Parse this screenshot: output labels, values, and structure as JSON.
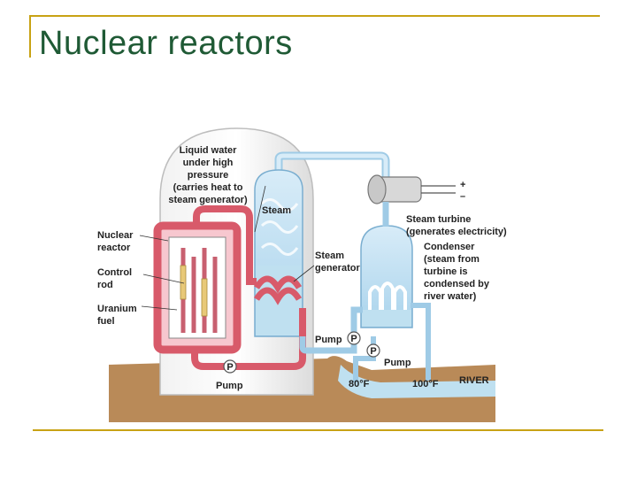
{
  "slide": {
    "title": "Nuclear reactors"
  },
  "colors": {
    "accent_rule": "#c8a214",
    "title": "#1f5a35",
    "hot_water": "#d85a6a",
    "cold_water": "#9fcbe6",
    "ground": "#b98a58",
    "river": "#bfe0f0"
  },
  "diagram": {
    "labels": {
      "liquid_water": [
        "Liquid water",
        "under high",
        "pressure",
        "(carries heat to",
        "steam generator)"
      ],
      "steam": "Steam",
      "nuclear_reactor": [
        "Nuclear",
        "reactor"
      ],
      "control_rod": [
        "Control",
        "rod"
      ],
      "uranium_fuel": [
        "Uranium",
        "fuel"
      ],
      "steam_generator": [
        "Steam",
        "generator"
      ],
      "steam_turbine": [
        "Steam turbine",
        "(generates electricity)"
      ],
      "condenser": [
        "Condenser",
        "(steam from",
        "turbine is",
        "condensed by",
        "river water)"
      ],
      "pump_reactor": "Pump",
      "pump_mid": "Pump",
      "pump_condenser": "Pump",
      "pump_symbol": "P",
      "plus": "+",
      "minus": "–",
      "temp_in": "80°F",
      "temp_out": "100°F",
      "river": "RIVER"
    }
  }
}
